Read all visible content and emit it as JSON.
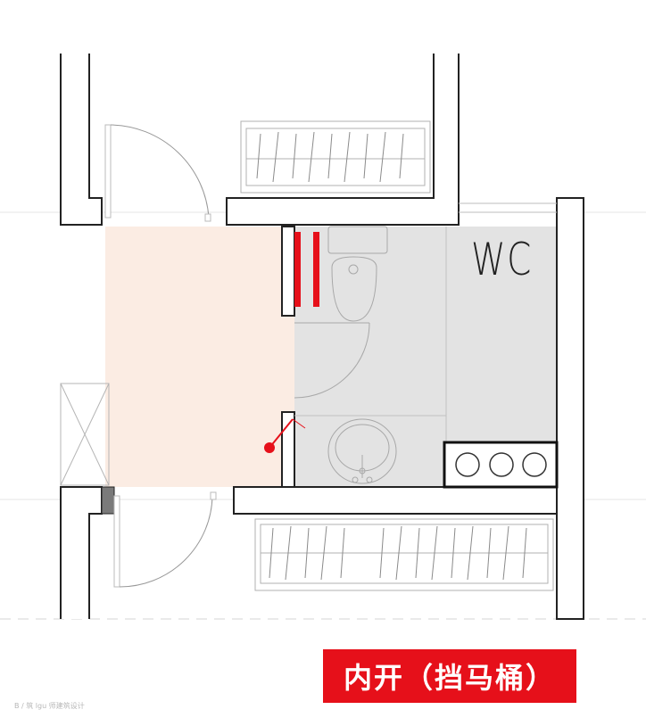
{
  "plan": {
    "room_label": "WC",
    "caption": "内开（挡马桶）",
    "watermark": "B / 筑 lgu 师建筑设计"
  },
  "colors": {
    "wall": "#ffffff",
    "line": "#222222",
    "bathroom_floor": "#e3e3e3",
    "entry_floor": "#fbece3",
    "fixture_line": "#a8a8a8",
    "accent_red": "#e6101a",
    "caption_bg": "#e6101a",
    "caption_text": "#ffffff"
  }
}
